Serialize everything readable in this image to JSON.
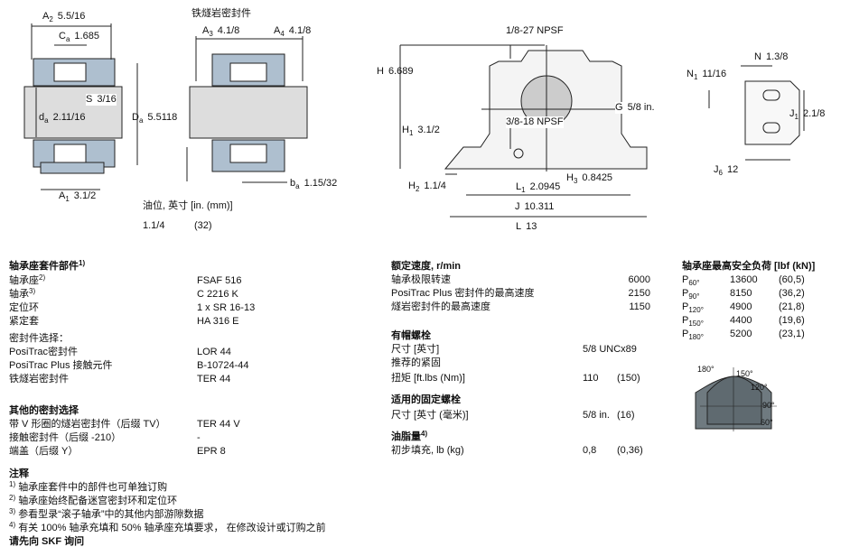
{
  "drawings": {
    "left": {
      "A2": {
        "sym": "A",
        "sub": "2",
        "val": "5.5/16"
      },
      "Ca": {
        "sym": "C",
        "sub": "a",
        "val": "1.685"
      },
      "S": {
        "sym": "S",
        "sub": "",
        "val": "3/16"
      },
      "da": {
        "sym": "d",
        "sub": "a",
        "val": "2.11/16"
      },
      "Da": {
        "sym": "D",
        "sub": "a",
        "val": "5.5118"
      },
      "A1": {
        "sym": "A",
        "sub": "1",
        "val": "3.1/2"
      }
    },
    "middle": {
      "title": "铁燧岩密封件",
      "A3": {
        "sym": "A",
        "sub": "3",
        "val": "4.1/8"
      },
      "A4": {
        "sym": "A",
        "sub": "4",
        "val": "4.1/8"
      },
      "ba": {
        "sym": "b",
        "sub": "a",
        "val": "1.15/32"
      }
    },
    "oil_level": {
      "label": "油位, 英寸 [in. (mm)]",
      "in": "1.1/4",
      "mm": "(32)"
    },
    "housing": {
      "npsf_top": "1/8-27 NPSF",
      "npsf_side": "3/8-18 NPSF",
      "H": {
        "sym": "H",
        "sub": "",
        "val": "6.689"
      },
      "H1": {
        "sym": "H",
        "sub": "1",
        "val": "3.1/2"
      },
      "H2": {
        "sym": "H",
        "sub": "2",
        "val": "1.1/4"
      },
      "H3": {
        "sym": "H",
        "sub": "3",
        "val": "0.8425"
      },
      "G": {
        "sym": "G",
        "sub": "",
        "val": "5/8 in."
      },
      "L1": {
        "sym": "L",
        "sub": "1",
        "val": "2.0945"
      },
      "J": {
        "sym": "J",
        "sub": "",
        "val": "10.311"
      },
      "L": {
        "sym": "L",
        "sub": "",
        "val": "13"
      }
    },
    "foot": {
      "N": {
        "sym": "N",
        "sub": "",
        "val": "1.3/8"
      },
      "N1": {
        "sym": "N",
        "sub": "1",
        "val": "11/16"
      },
      "J1": {
        "sym": "J",
        "sub": "1",
        "val": "2.1/8"
      },
      "J6": {
        "sym": "J",
        "sub": "6",
        "val": "12"
      }
    }
  },
  "kit": {
    "heading": "轴承座套件部件",
    "heading_note": "1)",
    "rows": [
      {
        "label": "轴承座",
        "note": "2)",
        "value": "FSAF 516"
      },
      {
        "label": "轴承",
        "note": "3)",
        "value": "C 2216 K"
      },
      {
        "label": "定位环",
        "note": "",
        "value": "1 x SR 16-13"
      },
      {
        "label": "紧定套",
        "note": "",
        "value": "HA 316 E"
      }
    ],
    "seal_heading": "密封件选择：",
    "seal_rows": [
      {
        "label": "PosiTrac密封件",
        "value": "LOR 44"
      },
      {
        "label": "PosiTrac Plus 接触元件",
        "value": "B-10724-44"
      },
      {
        "label": "铁燧岩密封件",
        "value": "TER 44"
      }
    ]
  },
  "other_seals": {
    "heading": "其他的密封选择",
    "rows": [
      {
        "label": "带 V 形圈的燧岩密封件（后缀 TV）",
        "value": "TER 44 V"
      },
      {
        "label": "接触密封件（后缀 -210）",
        "value": "-"
      },
      {
        "label": "端盖（后缀 Y）",
        "value": "EPR 8"
      }
    ]
  },
  "notes": {
    "heading": "注释",
    "items": [
      {
        "n": "1)",
        "text": "轴承座套件中的部件也可单独订购"
      },
      {
        "n": "2)",
        "text": "轴承座始终配备迷宫密封环和定位环"
      },
      {
        "n": "3)",
        "text": "参看型录“滚子轴承”中的其他内部游隙数据"
      },
      {
        "n": "4)",
        "text": "有关 100% 轴承充填和 50% 轴承座充填要求， 在修改设计或订购之前"
      }
    ],
    "footer": "请先向 SKF 询问"
  },
  "speed": {
    "heading": "额定速度, r/min",
    "rows": [
      {
        "label": "轴承极限转速",
        "value": "6000"
      },
      {
        "label": "PosiTrac Plus 密封件的最高速度",
        "value": "2150"
      },
      {
        "label": "燧岩密封件的最高速度",
        "value": "1150"
      }
    ]
  },
  "cap_bolts": {
    "heading": "有帽螺栓",
    "size_label": "尺寸 [英寸]",
    "size_value": "5/8 UNCx89",
    "torque_label1": "推荐的紧固",
    "torque_label2": "扭矩 [ft.lbs (Nm)]",
    "torque_ftlbs": "110",
    "torque_nm": "(150)"
  },
  "anchor_bolts": {
    "heading": "适用的固定螺栓",
    "size_label": "尺寸 [英寸 (毫米)]",
    "size_in": "5/8 in.",
    "size_mm": "(16)"
  },
  "grease": {
    "heading": "油脂量",
    "note": "4)",
    "label": "初步填充, lb (kg)",
    "lb": "0,8",
    "kg": "(0,36)"
  },
  "loads": {
    "heading": "轴承座最高安全负荷 [lbf (kN)]",
    "rows": [
      {
        "p": "P",
        "angle": "60°",
        "lbf": "13600",
        "kn": "(60,5)"
      },
      {
        "p": "P",
        "angle": "90°",
        "lbf": "8150",
        "kn": "(36,2)"
      },
      {
        "p": "P",
        "angle": "120°",
        "lbf": "4900",
        "kn": "(21,8)"
      },
      {
        "p": "P",
        "angle": "150°",
        "lbf": "4400",
        "kn": "(19,6)"
      },
      {
        "p": "P",
        "angle": "180°",
        "lbf": "5200",
        "kn": "(23,1)"
      }
    ],
    "diagram_angles": [
      "180°",
      "150°",
      "120°",
      "90°",
      "60°"
    ]
  }
}
